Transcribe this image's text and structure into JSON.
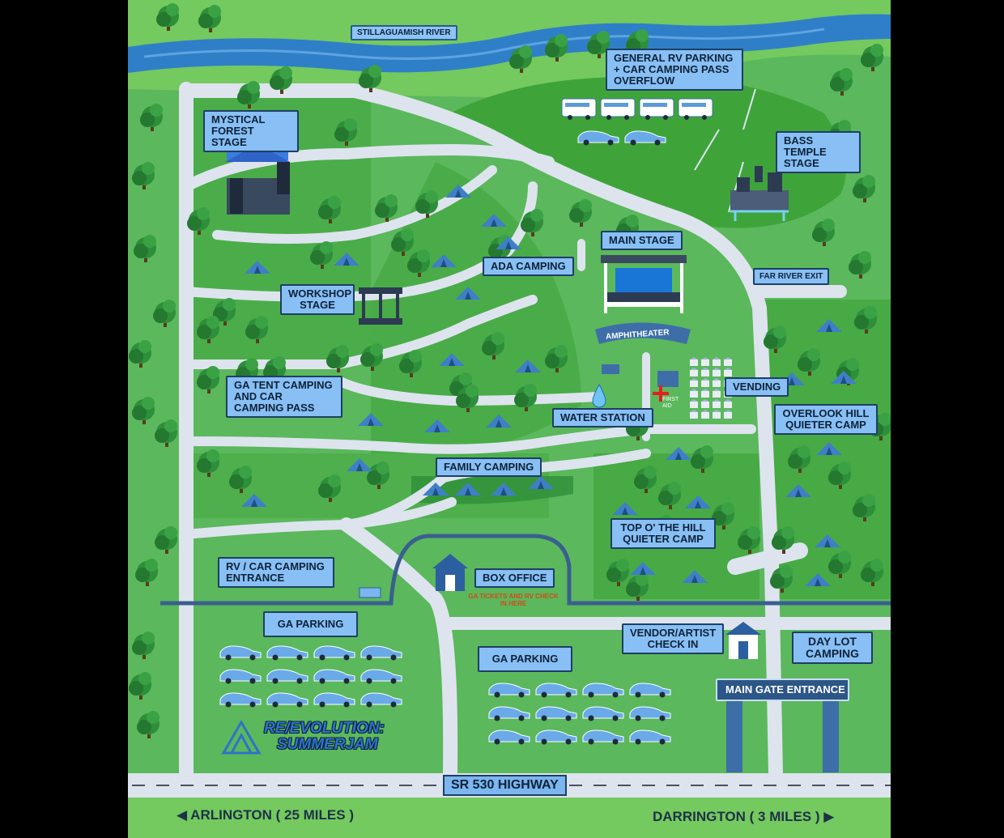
{
  "map": {
    "colors": {
      "grass": "#5bb85c",
      "grass_light": "#74c95f",
      "meadow": "#3ea43a",
      "road": "#dde4ee",
      "river": "#2f7fc8",
      "label_fill": "#88bff5",
      "label_border": "#1d3f63",
      "tent": "#3f7fc7",
      "tree": "#2e8f3a",
      "boundary": "#3a5f8f"
    },
    "labels": {
      "river": "STILLAGUAMISH RIVER",
      "rv_overflow": "GENERAL RV PARKING + CAR CAMPING PASS OVERFLOW",
      "mystical_forest": "MYSTICAL FOREST STAGE",
      "bass_temple": "BASS TEMPLE STAGE",
      "main_stage": "MAIN STAGE",
      "ada_camping": "ADA CAMPING",
      "far_river_exit": "FAR RIVER EXIT",
      "workshop_stage": "WORKSHOP STAGE",
      "amphitheater": "AMPHITHEATER",
      "vending": "VENDING",
      "ga_tent_camping": "GA TENT CAMPING AND CAR CAMPING PASS",
      "water_station": "WATER STATION",
      "first_aid": "FIRST AID",
      "overlook_hill": "OVERLOOK HILL QUIETER CAMP",
      "family_camping": "FAMILY CAMPING",
      "top_o_hill": "TOP O' THE HILL QUIETER CAMP",
      "rv_entrance": "RV / CAR CAMPING ENTRANCE",
      "box_office": "BOX OFFICE",
      "box_office_note": "GA TICKETS AND RV CHECK IN HERE",
      "ga_parking_left": "GA PARKING",
      "ga_parking_right": "GA PARKING",
      "vendor_checkin": "VENDOR/ARTIST CHECK IN",
      "day_lot": "DAY LOT CAMPING",
      "main_gate": "MAIN GATE ENTRANCE",
      "highway": "SR 530 HIGHWAY",
      "arlington": "ARLINGTON ( 25 MILES )",
      "darrington": "DARRINGTON ( 3 MILES )",
      "logo_line1": "RE/EVOLUTION:",
      "logo_line2": "SUMMERJAM"
    },
    "icons": [
      "tree-icon",
      "tent-icon",
      "rv-icon",
      "car-icon",
      "stage-icon",
      "gazebo-icon",
      "water-drop-icon",
      "first-aid-icon",
      "building-icon",
      "arrow-left-icon",
      "arrow-right-icon"
    ]
  }
}
